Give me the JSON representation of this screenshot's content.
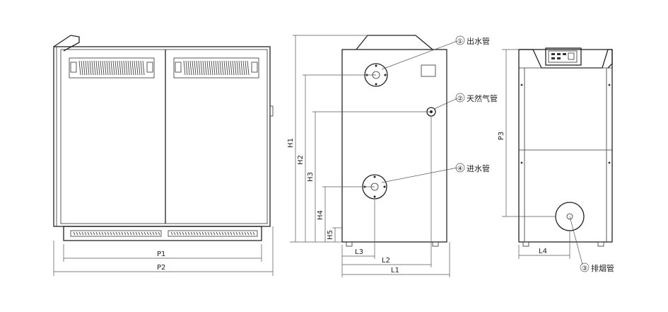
{
  "front_view": {
    "dims": {
      "p1": "P1",
      "p2": "P2"
    }
  },
  "side_view": {
    "dims": {
      "h1": "H1",
      "h2": "H2",
      "h3": "H3",
      "h4": "H4",
      "h5": "H5",
      "l1": "L1",
      "l2": "L2",
      "l3": "L3"
    },
    "callouts": [
      {
        "num": "①",
        "label": "出水管"
      },
      {
        "num": "②",
        "label": "天然气管"
      },
      {
        "num": "④",
        "label": "进水管"
      }
    ]
  },
  "back_view": {
    "dims": {
      "p3": "P3",
      "l4": "L4"
    },
    "callout": {
      "num": "③",
      "label": "排烟管"
    }
  }
}
